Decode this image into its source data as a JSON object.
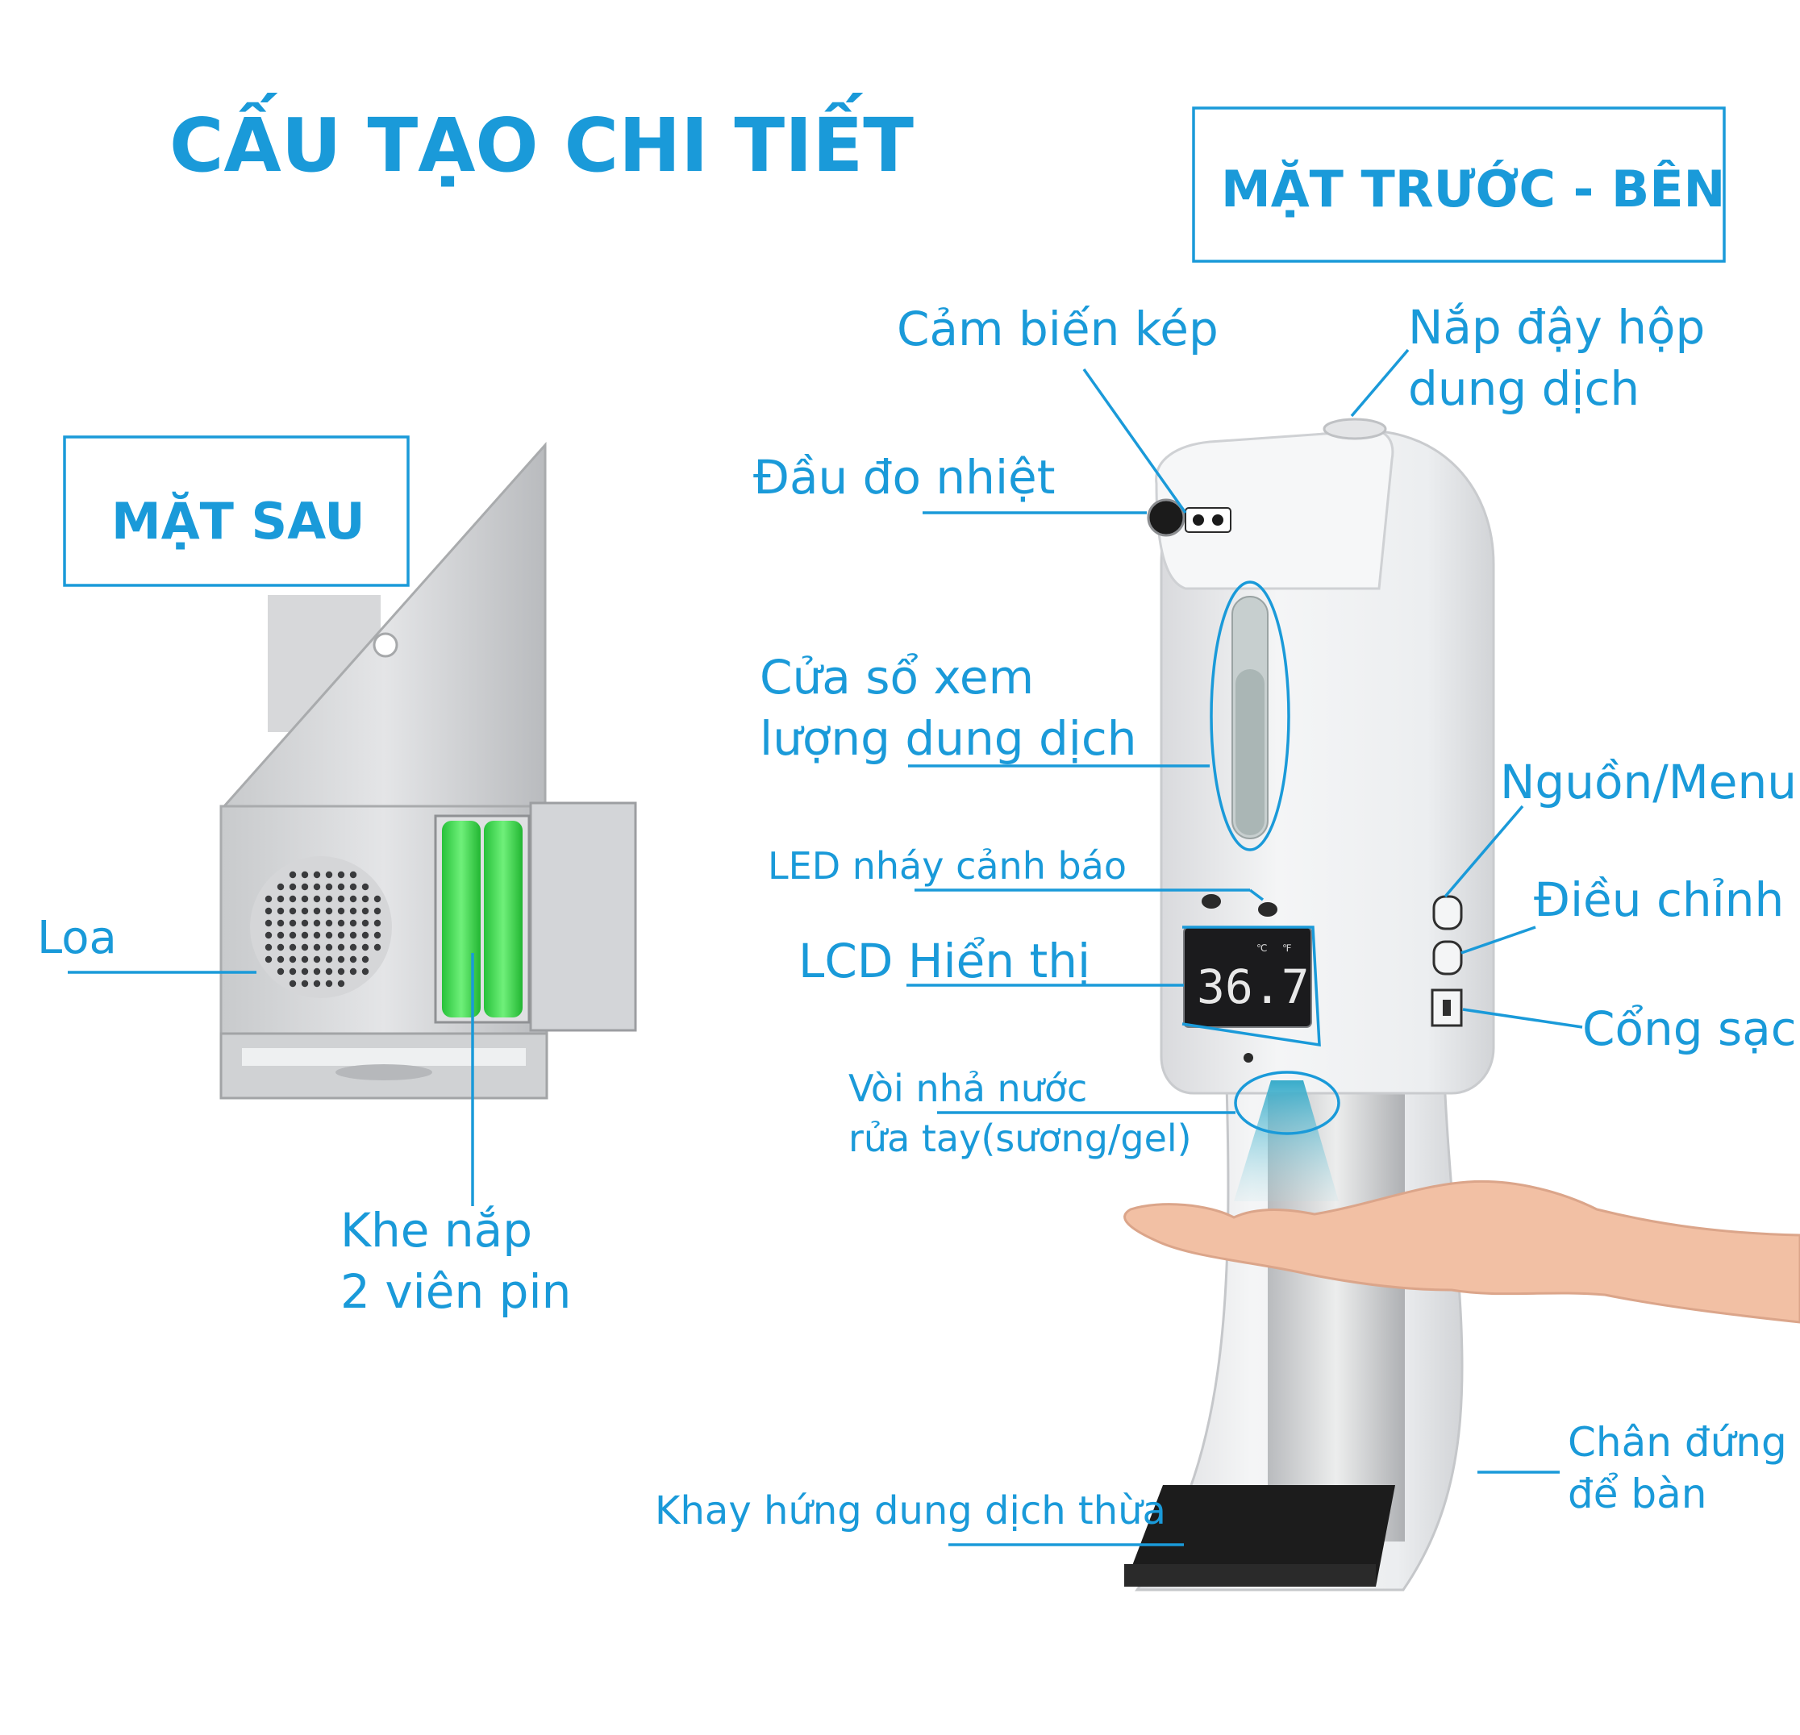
{
  "title": "CẤU TẠO CHI TIẾT",
  "front_side_title": "MẶT TRƯỚC - BÊN",
  "back_side_title": "MẶT SAU",
  "lcd": {
    "temperature": "36.7",
    "indicators": [
      "℃",
      "℉"
    ]
  },
  "back_labels": {
    "speaker": "Loa",
    "battery_line1": "Khe nắp",
    "battery_line2": "2 viên pin"
  },
  "front_labels": {
    "dual_sensor": "Cảm biến kép",
    "lid_line1": "Nắp đậy hộp",
    "lid_line2": "dung dịch",
    "thermo_probe": "Đầu đo nhiệt",
    "window_line1": "Cửa sổ xem",
    "window_line2": "lượng dung dịch",
    "power_menu": "Nguồn/Menu",
    "led_warning": "LED nháy cảnh báo",
    "adjust": "Điều chỉnh",
    "lcd_display": "LCD Hiển thị",
    "charging_port": "Cổng sạc",
    "nozzle_line1": "Vòi nhả nước",
    "nozzle_line2": "rửa tay(sương/gel)",
    "stand_line1": "Chân đứng",
    "stand_line2": "để bàn",
    "drip_tray": "Khay hứng dung dịch thừa"
  },
  "colors": {
    "accent": "#1a9ad9",
    "battery": "#3fe64a",
    "device_body": "#f1f2f4",
    "lcd_bg": "#1b1b1d",
    "tray": "#1c1c1c",
    "skin": "#f2c0a4"
  },
  "icons": [
    "speaker-grille",
    "battery-cells",
    "thermo-sensor",
    "lcd-screen",
    "spray-mist",
    "hand"
  ]
}
